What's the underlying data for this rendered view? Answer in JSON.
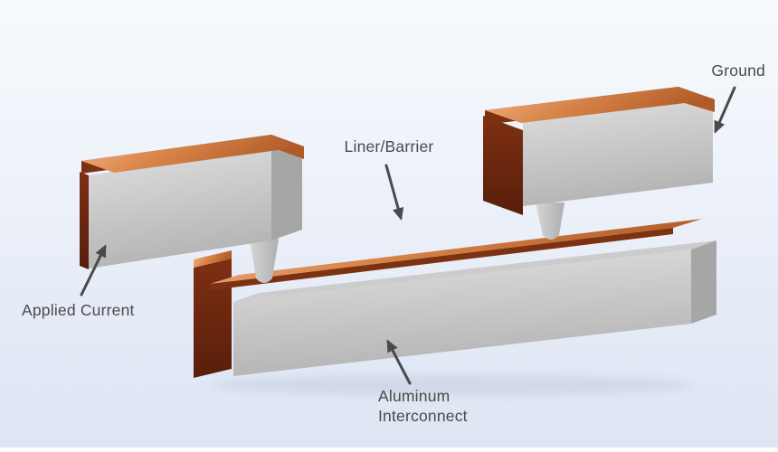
{
  "figure": {
    "description": "3D model of an interconnect structure with annotated parts",
    "labels": {
      "ground": "Ground",
      "liner_barrier": "Liner/Barrier",
      "applied_current": "Applied Current",
      "aluminum_interconnect_line1": "Aluminum",
      "aluminum_interconnect_line2": "Interconnect"
    },
    "colors": {
      "background_top": "#f8fafd",
      "background_bottom": "#dde5f4",
      "copper_light": "#f4b486",
      "copper_mid": "#d8854a",
      "copper_dark": "#b05a28",
      "copper_edge": "#7c3211",
      "maroon_light": "#7e3013",
      "maroon_dark": "#581e0a",
      "aluminum_light": "#e0e0e0",
      "aluminum_dark": "#b4b4b4",
      "aluminum_top": "#cccccc",
      "aluminum_side": "#a6a6a6",
      "via_light": "#d6d6d6",
      "via_dark": "#aeaeae",
      "annotation": "#4a4a4a",
      "shadow": "#8b96b4"
    }
  }
}
